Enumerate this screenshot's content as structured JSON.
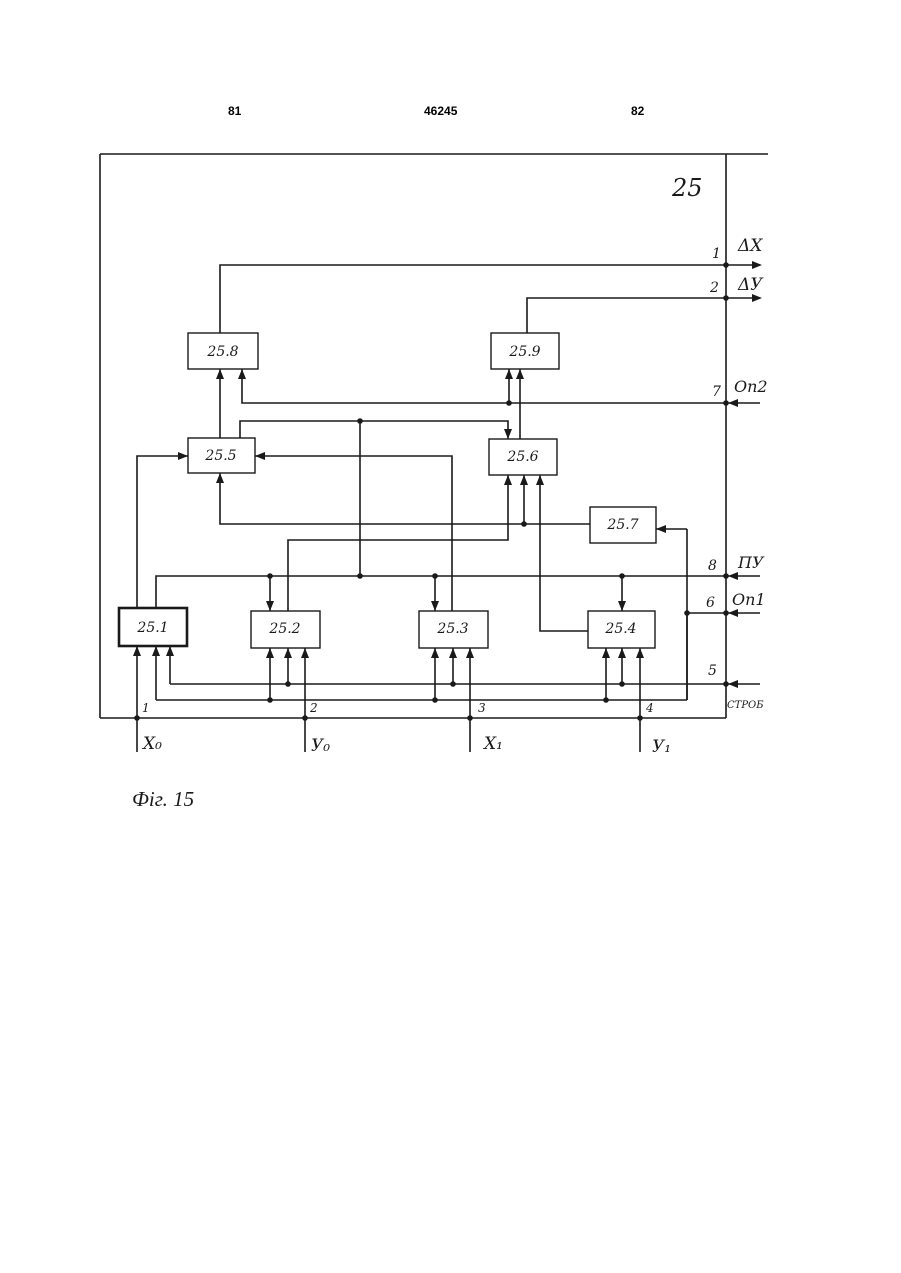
{
  "header": {
    "page_left": "81",
    "patent_number": "46245",
    "page_right": "82"
  },
  "diagram": {
    "unit_label": "25",
    "blocks": [
      {
        "id": "b251",
        "label": "25.1"
      },
      {
        "id": "b252",
        "label": "25.2"
      },
      {
        "id": "b253",
        "label": "25.3"
      },
      {
        "id": "b254",
        "label": "25.4"
      },
      {
        "id": "b255",
        "label": "25.5"
      },
      {
        "id": "b256",
        "label": "25.6"
      },
      {
        "id": "b257",
        "label": "25.7"
      },
      {
        "id": "b258",
        "label": "25.8"
      },
      {
        "id": "b259",
        "label": "25.9"
      }
    ],
    "right_ports": [
      {
        "num": "1",
        "name": "ΔX"
      },
      {
        "num": "2",
        "name": "ΔУ"
      },
      {
        "num": "7",
        "name": "Оп2"
      },
      {
        "num": "8",
        "name": "ПУ"
      },
      {
        "num": "6",
        "name": "Оп1"
      },
      {
        "num": "5",
        "name": "СТРОБ"
      }
    ],
    "bottom_ports": [
      {
        "num": "1",
        "name": "X₀"
      },
      {
        "num": "2",
        "name": "У₀"
      },
      {
        "num": "3",
        "name": "X₁"
      },
      {
        "num": "4",
        "name": "У₁"
      }
    ],
    "caption": "Фіг. 15"
  }
}
